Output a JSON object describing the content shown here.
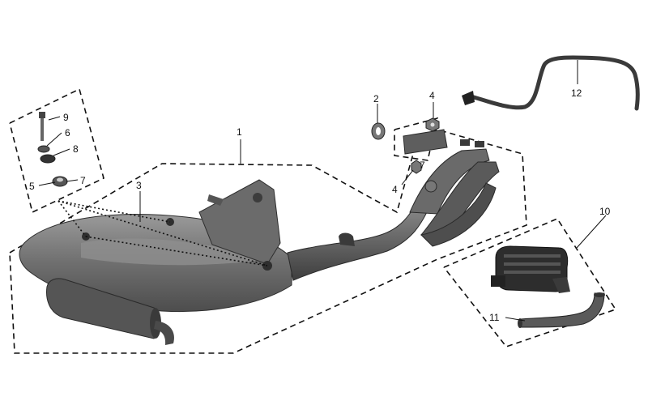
{
  "callouts": {
    "c1": "1",
    "c2": "2",
    "c3": "3",
    "c4a": "4",
    "c4b": "4",
    "c5": "5",
    "c6": "6",
    "c7a": "7",
    "c7b": "7",
    "c8": "8",
    "c9": "9",
    "c10": "10",
    "c11": "11",
    "c12": "12"
  },
  "colors": {
    "metal_dark": "#4a4a4a",
    "metal_mid": "#7b7b7b",
    "metal_light": "#a8a8a8",
    "outline": "#111111"
  }
}
